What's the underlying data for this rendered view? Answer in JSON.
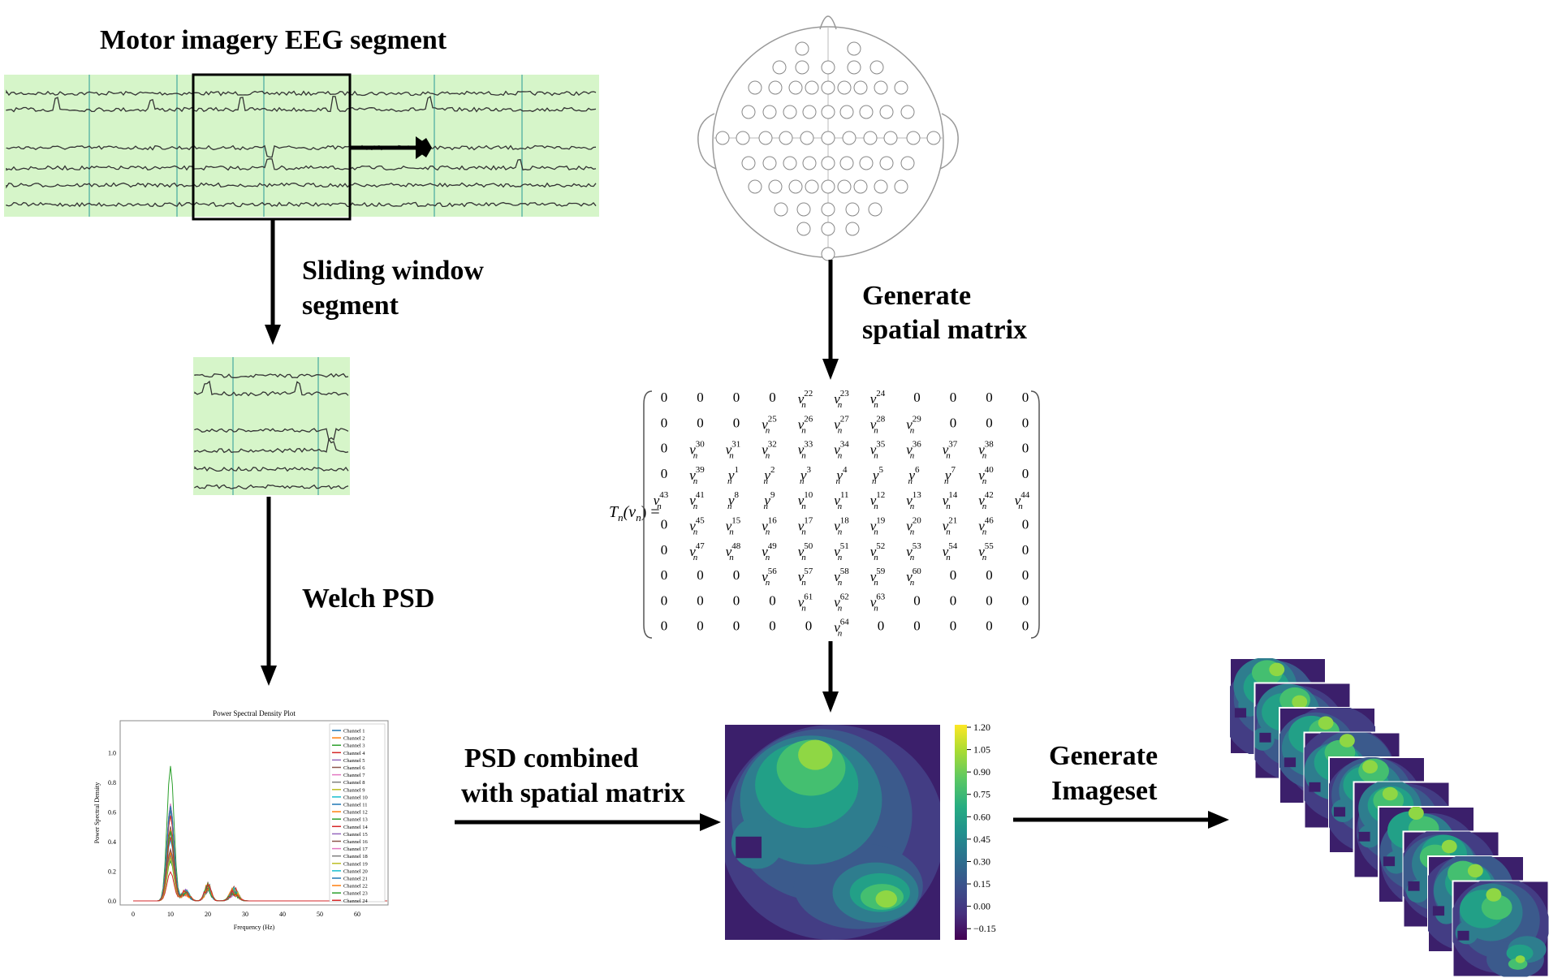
{
  "labels": {
    "title_eeg": "Motor imagery EEG segment",
    "sliding_1": "Sliding window",
    "sliding_2": "segment",
    "welch": "Welch PSD",
    "gen_spatial_1": "Generate",
    "gen_spatial_2": "spatial matrix",
    "psd_combined_1": "PSD combined",
    "psd_combined_2": "with spatial matrix",
    "gen_imageset_1": "Generate",
    "gen_imageset_2": "Imageset"
  },
  "matrix": {
    "lhs": "T",
    "lhs_sub": "n",
    "lhs_arg": "v",
    "lhs_arg_sub": "n",
    "var": "v",
    "var_sub": "n",
    "rows": [
      [
        0,
        0,
        0,
        0,
        22,
        23,
        24,
        0,
        0,
        0,
        0
      ],
      [
        0,
        0,
        0,
        25,
        26,
        27,
        28,
        29,
        0,
        0,
        0
      ],
      [
        0,
        30,
        31,
        32,
        33,
        34,
        35,
        36,
        37,
        38,
        0
      ],
      [
        0,
        39,
        1,
        2,
        3,
        4,
        5,
        6,
        7,
        40,
        0
      ],
      [
        43,
        41,
        8,
        9,
        10,
        11,
        12,
        13,
        14,
        42,
        44
      ],
      [
        0,
        45,
        15,
        16,
        17,
        18,
        19,
        20,
        21,
        46,
        0
      ],
      [
        0,
        47,
        48,
        49,
        50,
        51,
        52,
        53,
        54,
        55,
        0
      ],
      [
        0,
        0,
        0,
        56,
        57,
        58,
        59,
        60,
        0,
        0,
        0
      ],
      [
        0,
        0,
        0,
        0,
        61,
        62,
        63,
        0,
        0,
        0,
        0
      ],
      [
        0,
        0,
        0,
        0,
        0,
        64,
        0,
        0,
        0,
        0,
        0
      ]
    ]
  },
  "psd_plot": {
    "title": "Power Spectral Density Plot",
    "xlabel": "Frequency (Hz)",
    "ylabel": "Power Spectral Density",
    "x_ticks": [
      "0",
      "10",
      "20",
      "30",
      "40",
      "50",
      "60"
    ],
    "y_ticks": [
      "0.0",
      "0.2",
      "0.4",
      "0.6",
      "0.8",
      "1.0"
    ],
    "legend": [
      "Channel 1",
      "Channel 2",
      "Channel 3",
      "Channel 4",
      "Channel 5",
      "Channel 6",
      "Channel 7",
      "Channel 8",
      "Channel 9",
      "Channel 10",
      "Channel 11",
      "Channel 12",
      "Channel 13",
      "Channel 14",
      "Channel 15",
      "Channel 16",
      "Channel 17",
      "Channel 18",
      "Channel 19",
      "Channel 20",
      "Channel 21",
      "Channel 22",
      "Channel 23",
      "Channel 24"
    ],
    "colors": [
      "#1f77b4",
      "#ff7f0e",
      "#2ca02c",
      "#d62728",
      "#9467bd",
      "#8c564b",
      "#e377c2",
      "#7f7f7f",
      "#bcbd22",
      "#17becf"
    ]
  },
  "colorbar": {
    "ticks": [
      "1.20",
      "1.05",
      "0.90",
      "0.75",
      "0.60",
      "0.45",
      "0.30",
      "0.15",
      "0.00",
      "−0.15"
    ]
  }
}
